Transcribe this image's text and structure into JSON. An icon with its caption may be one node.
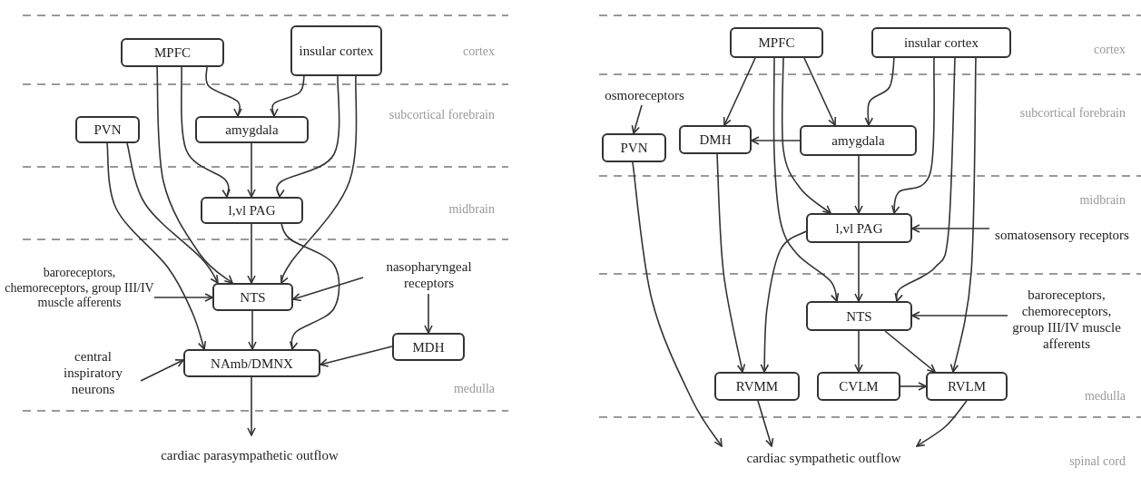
{
  "diagram": {
    "nodes": [
      {
        "text": [
          "MPFC"
        ]
      },
      {
        "text": [
          "insular cortex"
        ]
      },
      {
        "text": [
          "PVN"
        ]
      },
      {
        "text": [
          "amygdala"
        ]
      },
      {
        "text": [
          "l,vl PAG"
        ]
      },
      {
        "text": [
          "baroreceptors, chemoreceptors, group III/IV muscle afferents"
        ]
      },
      {
        "text": [
          "nasopharyngeal receptors"
        ]
      },
      {
        "text": [
          "NTS"
        ]
      },
      {
        "text": [
          "central inspiratory neurons"
        ]
      },
      {
        "text": [
          "NAmb/DMNX"
        ]
      },
      {
        "text": [
          "MDH"
        ]
      },
      {
        "text": [
          "cardiac parasympathetic outflow"
        ]
      },
      {
        "text": [
          "MPFC"
        ]
      },
      {
        "text": [
          "insular cortex"
        ]
      },
      {
        "text": [
          "osmoreceptors"
        ]
      },
      {
        "text": [
          "PVN"
        ]
      },
      {
        "text": [
          "DMH"
        ]
      },
      {
        "text": [
          "amygdala"
        ]
      },
      {
        "text": [
          "l,vl PAG"
        ]
      },
      {
        "text": [
          "somatosensory receptors"
        ]
      },
      {
        "text": [
          "baroreceptors, chemoreceptors, group III/IV muscle afferents"
        ]
      },
      {
        "text": [
          "NTS"
        ]
      },
      {
        "text": [
          "RVMM"
        ]
      },
      {
        "text": [
          "CVLM"
        ]
      },
      {
        "text": [
          "RVLM"
        ]
      },
      {
        "text": [
          "cardiac sympathetic outflow"
        ]
      }
    ],
    "edges": [
      {
        "from": 0,
        "to": 3,
        "arrow": "to"
      },
      {
        "from": 1,
        "to": 3,
        "arrow": "to"
      },
      {
        "from": 0,
        "to": 4,
        "arrow": "to"
      },
      {
        "from": 3,
        "to": 4,
        "arrow": "to"
      },
      {
        "from": 1,
        "to": 4,
        "arrow": "to"
      },
      {
        "from": 0,
        "to": 7,
        "arrow": "to"
      },
      {
        "from": 2,
        "to": 7,
        "arrow": "to"
      },
      {
        "from": 2,
        "to": 9,
        "arrow": "to"
      },
      {
        "from": 1,
        "to": 7,
        "arrow": "to"
      },
      {
        "from": 4,
        "to": 7,
        "arrow": "to"
      },
      {
        "from": 4,
        "to": 9,
        "arrow": "to"
      },
      {
        "from": 5,
        "to": 7,
        "arrow": "to"
      },
      {
        "from": 6,
        "to": 7,
        "arrow": "to"
      },
      {
        "from": 6,
        "to": 10,
        "arrow": "to"
      },
      {
        "from": 7,
        "to": 9,
        "arrow": "to"
      },
      {
        "from": 10,
        "to": 9,
        "arrow": "to"
      },
      {
        "from": 8,
        "to": 9,
        "arrow": "to"
      },
      {
        "from": 9,
        "to": 11,
        "arrow": "to"
      },
      {
        "from": 14,
        "to": 15,
        "arrow": "to"
      },
      {
        "from": 12,
        "to": 16,
        "arrow": "to"
      },
      {
        "from": 12,
        "to": 17,
        "arrow": "to"
      },
      {
        "from": 13,
        "to": 17,
        "arrow": "to"
      },
      {
        "from": 17,
        "to": 16,
        "arrow": "to"
      },
      {
        "from": 17,
        "to": 18,
        "arrow": "to"
      },
      {
        "from": 12,
        "to": 18,
        "arrow": "to"
      },
      {
        "from": 12,
        "to": 21,
        "arrow": "to"
      },
      {
        "from": 18,
        "to": 22,
        "arrow": "to"
      },
      {
        "from": 13,
        "to": 18,
        "arrow": "to"
      },
      {
        "from": 13,
        "to": 21,
        "arrow": "to"
      },
      {
        "from": 13,
        "to": 24,
        "arrow": "to"
      },
      {
        "from": 16,
        "to": 22,
        "arrow": "to"
      },
      {
        "from": 15,
        "to": 25,
        "arrow": "to"
      },
      {
        "from": 18,
        "to": 21,
        "arrow": "to"
      },
      {
        "from": 19,
        "to": 18,
        "arrow": "to"
      },
      {
        "from": 20,
        "to": 21,
        "arrow": "to"
      },
      {
        "from": 21,
        "to": 23,
        "arrow": "to"
      },
      {
        "from": 21,
        "to": 24,
        "arrow": "to"
      },
      {
        "from": 23,
        "to": 24,
        "arrow": "to"
      },
      {
        "from": 22,
        "to": 25,
        "arrow": "to"
      },
      {
        "from": 24,
        "to": 25,
        "arrow": "to"
      }
    ],
    "labels": [
      "cortex",
      "subcortical forebrain",
      "midbrain",
      "medulla",
      "cortex",
      "subcortical forebrain",
      "midbrain",
      "medulla",
      "spinal cord"
    ]
  }
}
